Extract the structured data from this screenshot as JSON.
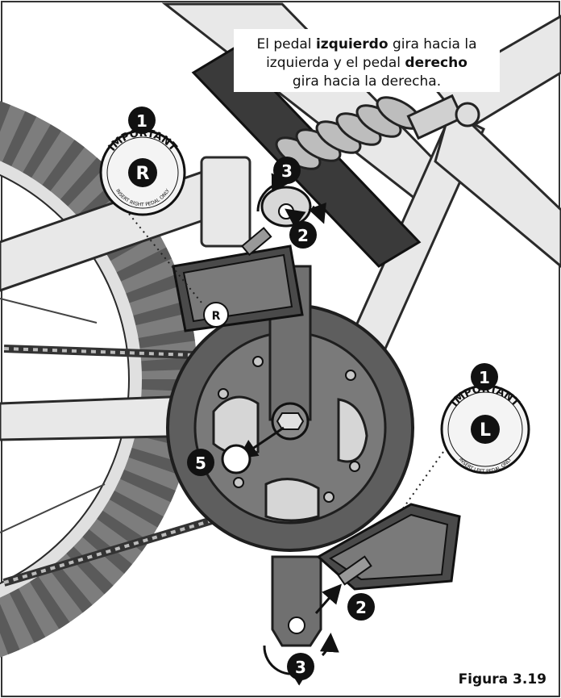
{
  "caption": {
    "prefix": "El pedal ",
    "word_left": "izquierdo",
    "middle": " gira hacia la izquierda y el pedal ",
    "word_right": "derecho",
    "suffix": " gira hacia la derecha.",
    "line1_a": "El pedal ",
    "line1_b": "izquierdo",
    "line1_c": " gira hacia la",
    "line2_a": "izquierda y el pedal ",
    "line2_b": "derecho",
    "line3": "gira hacia la derecha."
  },
  "figure_label": "Figura 3.19",
  "callouts": {
    "one": "1",
    "two": "2",
    "three": "3",
    "five": "5"
  },
  "sticker_right": {
    "title": "IMPORTANT",
    "letter": "R",
    "subtitle": "INSERT RIGHT PEDAL ONLY"
  },
  "sticker_left": {
    "title": "IMPORTANT",
    "letter": "L",
    "subtitle": "INSERT LEFT PEDAL ONLY"
  },
  "pedal_mark": "R",
  "colors": {
    "frame": "#e6e6e6",
    "line": "#2a2a2a",
    "tire": "#8c8c8c",
    "chainring": "#5e5e5e",
    "badge": "#111111",
    "badge_text": "#ffffff"
  }
}
